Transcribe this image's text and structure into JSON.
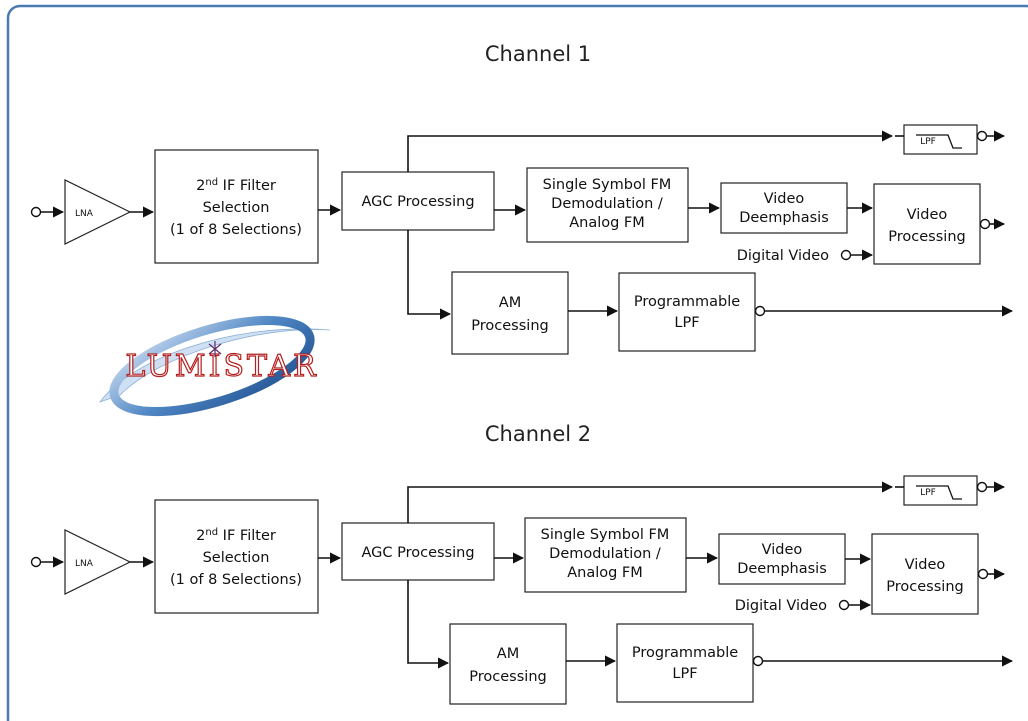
{
  "colors": {
    "frame": "#4a7bb0",
    "ink": "#111111",
    "logo_blue": "#3f7cc0",
    "logo_red": "#b52020"
  },
  "logo": {
    "text": "LUMISTAR"
  },
  "channels": [
    {
      "title": "Channel 1",
      "lna": "LNA",
      "if_filter": {
        "line1_main": "2",
        "line1_sup": "nd",
        "line1_rest": " IF Filter",
        "line2": "Selection",
        "line3": "(1 of 8 Selections)"
      },
      "agc": "AGC Processing",
      "demod": {
        "line1": "Single Symbol FM",
        "line2": "Demodulation /",
        "line3": "Analog FM"
      },
      "deemph": {
        "line1": "Video",
        "line2": "Deemphasis"
      },
      "video_proc": {
        "line1": "Video",
        "line2": "Processing"
      },
      "digital_video": "Digital Video",
      "am_proc": {
        "line1": "AM",
        "line2": "Processing"
      },
      "prog_lpf": {
        "line1": "Programmable",
        "line2": "LPF"
      },
      "lpf_small": "LPF"
    },
    {
      "title": "Channel 2",
      "lna": "LNA",
      "if_filter": {
        "line1_main": "2",
        "line1_sup": "nd",
        "line1_rest": " IF Filter",
        "line2": "Selection",
        "line3": "(1 of 8 Selections)"
      },
      "agc": "AGC Processing",
      "demod": {
        "line1": "Single Symbol FM",
        "line2": "Demodulation /",
        "line3": "Analog FM"
      },
      "deemph": {
        "line1": "Video",
        "line2": "Deemphasis"
      },
      "video_proc": {
        "line1": "Video",
        "line2": "Processing"
      },
      "digital_video": "Digital Video",
      "am_proc": {
        "line1": "AM",
        "line2": "Processing"
      },
      "prog_lpf": {
        "line1": "Programmable",
        "line2": "LPF"
      },
      "lpf_small": "LPF"
    }
  ]
}
